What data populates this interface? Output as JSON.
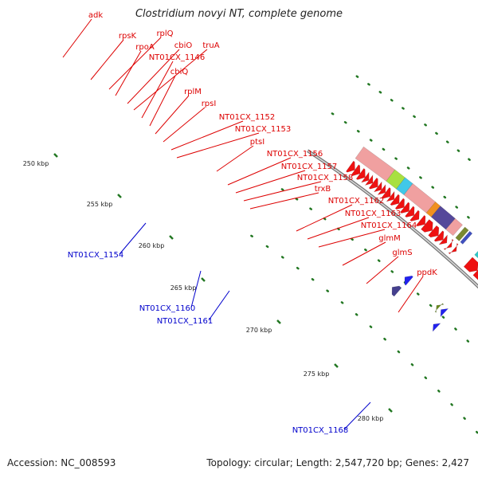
{
  "title": "Clostridium novyi NT, complete genome",
  "footer": {
    "accession": "Accession: NC_008593",
    "summary": "Topology: circular; Length: 2,547,720 bp; Genes: 2,427"
  },
  "colors": {
    "forward_gene": "#ee1111",
    "reverse_gene": "#1111dd",
    "backbone": "#9a9a9a",
    "tick_dot": "#227722",
    "forward_label": "#dd0000",
    "reverse_label": "#0000cc"
  },
  "scale_ticks": [
    "250 kbp",
    "255 kbp",
    "260 kbp",
    "265 kbp",
    "270 kbp",
    "275 kbp",
    "280 kbp"
  ],
  "forward_gene_labels": [
    "adk",
    "rpsK",
    "rplQ",
    "rpoA",
    "cbiO",
    "truA",
    "NT01CX_1146",
    "cbiQ",
    "rplM",
    "rpsI",
    "NT01CX_1152",
    "NT01CX_1153",
    "ptsI",
    "NT01CX_1156",
    "NT01CX_1157",
    "NT01CX_1158",
    "trxB",
    "NT01CX_1162",
    "NT01CX_1163",
    "NT01CX_1164",
    "glmM",
    "glmS",
    "ppdK"
  ],
  "reverse_gene_labels": [
    "NT01CX_1154",
    "NT01CX_1160",
    "NT01CX_1161",
    "NT01CX_1168"
  ]
}
